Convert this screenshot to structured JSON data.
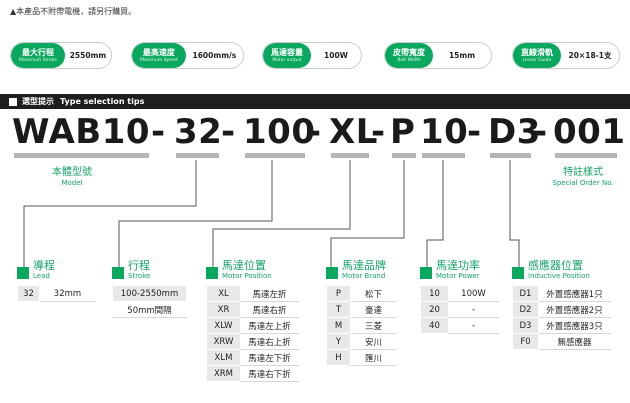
{
  "note": "▲本產品不附帶電機，請另行購買。",
  "specs": [
    {
      "zh": "最大行程",
      "en": "Maximum Stroke",
      "value": "2550mm"
    },
    {
      "zh": "最高速度",
      "en": "Maximum Speed",
      "value": "1600mm/s"
    },
    {
      "zh": "馬達容量",
      "en": "Motor output",
      "value": "100W"
    },
    {
      "zh": "皮帶寬度",
      "en": "Belt Width",
      "value": "15mm"
    },
    {
      "zh": "直線滑軌",
      "en": "Linear Guide",
      "value": "20×18-1支"
    }
  ],
  "banner": {
    "zh": "選型提示",
    "en": "Type selection tips"
  },
  "model_code": [
    "WAB10",
    "-",
    "32",
    "-",
    "100",
    "-",
    "XL",
    "-",
    "P",
    "10",
    "-",
    "D3",
    "-",
    "001"
  ],
  "top_labels": {
    "model": {
      "zh": "本體型號",
      "en": "Model"
    },
    "special": {
      "zh": "特註樣式",
      "en": "Special Order No."
    }
  },
  "sections": {
    "lead": {
      "zh": "導程",
      "en": "Lead",
      "rows": [
        [
          "32",
          "32mm"
        ]
      ]
    },
    "stroke": {
      "zh": "行程",
      "en": "Stroke",
      "header": "100-2550mm",
      "note": "50mm間隔"
    },
    "motor_position": {
      "zh": "馬達位置",
      "en": "Motor Position",
      "rows": [
        [
          "XL",
          "馬達左折"
        ],
        [
          "XR",
          "馬達右折"
        ],
        [
          "XLW",
          "馬達左上折"
        ],
        [
          "XRW",
          "馬達右上折"
        ],
        [
          "XLM",
          "馬達左下折"
        ],
        [
          "XRM",
          "馬達右下折"
        ]
      ]
    },
    "motor_brand": {
      "zh": "馬達品牌",
      "en": "Motor Brand",
      "rows": [
        [
          "P",
          "松下"
        ],
        [
          "T",
          "臺達"
        ],
        [
          "M",
          "三菱"
        ],
        [
          "Y",
          "安川"
        ],
        [
          "H",
          "匯川"
        ]
      ]
    },
    "motor_power": {
      "zh": "馬達功率",
      "en": "Motor Power",
      "rows": [
        [
          "10",
          "100W"
        ],
        [
          "20",
          "-"
        ],
        [
          "40",
          "-"
        ]
      ]
    },
    "sensor_position": {
      "zh": "感應器位置",
      "en": "Inductive Position",
      "rows": [
        [
          "D1",
          "外置感應器1只"
        ],
        [
          "D2",
          "外置感應器2只"
        ],
        [
          "D3",
          "外置感應器3只"
        ],
        [
          "F0",
          "無感應器"
        ]
      ]
    }
  },
  "colors": {
    "accent": "#0aa85e",
    "label_green": "#14a36a",
    "banner": "#1e1e1e",
    "line": "#555555"
  }
}
